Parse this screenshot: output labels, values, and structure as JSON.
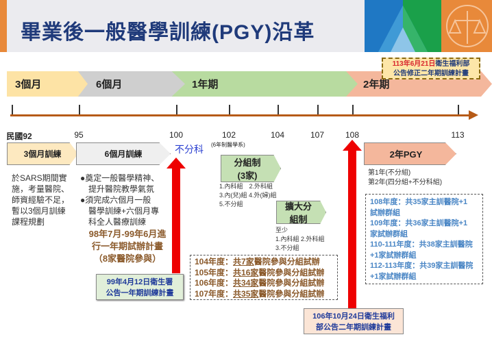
{
  "title": "畢業後一般醫學訓練(PGY)沿革",
  "notice": {
    "date": "113年6月21日",
    "line1_rest": "衛生福利部",
    "line2": "公告修正二年期訓練計畫"
  },
  "phases": [
    "3個月",
    "6個月",
    "1年期",
    "2年期"
  ],
  "ticks": [
    "民國92",
    "95",
    "100",
    "102",
    "104",
    "107",
    "108",
    "113"
  ],
  "tick_note": "(6年制醫學系)",
  "box_3m": "3個月訓練",
  "box_6m": "6個月訓練",
  "no_specialty": "不分科",
  "desc_3m": [
    "於SARS期間實",
    "施，考量醫院、",
    "師資經驗不足，",
    "暫以3個月訓練",
    "課程規劃"
  ],
  "desc_6m": [
    "●奠定一般醫學精神、",
    "　提升醫院教學氣氛",
    "●須完成六個月一般",
    "　醫學訓練+六個月專",
    "　科全人醫療訓練"
  ],
  "trial": [
    "98年7月-99年6月進",
    "行一年期試辦計畫",
    "（8家醫院參與）"
  ],
  "ann_99": [
    "99年4月12日衛生署",
    "公告一年期訓練計畫"
  ],
  "group": {
    "title1": "分組制",
    "title2": "(3家)",
    "items": [
      "1.內科組　2.外科組",
      "3.內(兒)組 4.外(婦)組",
      "5.不分組"
    ]
  },
  "expand": {
    "title1": "擴大分",
    "title2": "組制",
    "items": [
      "至少",
      "1.內科組 2.外科組",
      "3.不分組"
    ]
  },
  "trials_list": [
    {
      "year": "104年度：",
      "count": "共7家",
      "rest": "醫院參與分組試辦"
    },
    {
      "year": "105年度：",
      "count": "共16家",
      "rest": "醫院參與分組試辦"
    },
    {
      "year": "106年度：",
      "count": "共34家",
      "rest": "醫院參與分組試辦"
    },
    {
      "year": "107年度：",
      "count": "共35家",
      "rest": "醫院參與分組試辦"
    }
  ],
  "ann_106": [
    "106年10月24日衛生福利",
    "部公告二年期訓練計畫"
  ],
  "pgy": {
    "title": "2年PGY",
    "lines": [
      "第1年(不分組)",
      "第2年(四分組+不分科組)"
    ],
    "stats": [
      "108年度：共35家主訓醫院+1",
      "試辦群組",
      "109年度：共36家主訓醫院+1",
      "家試辦群組",
      "110-111年度：共38家主訓醫院",
      "+1家試辦群組",
      "112-113年度：共39家主訓醫院",
      "+1家試辦群組"
    ]
  },
  "colors": {
    "orange": "#e8893a",
    "title": "#1f3a7a",
    "red": "#e00000",
    "axis": "#b65a17"
  }
}
